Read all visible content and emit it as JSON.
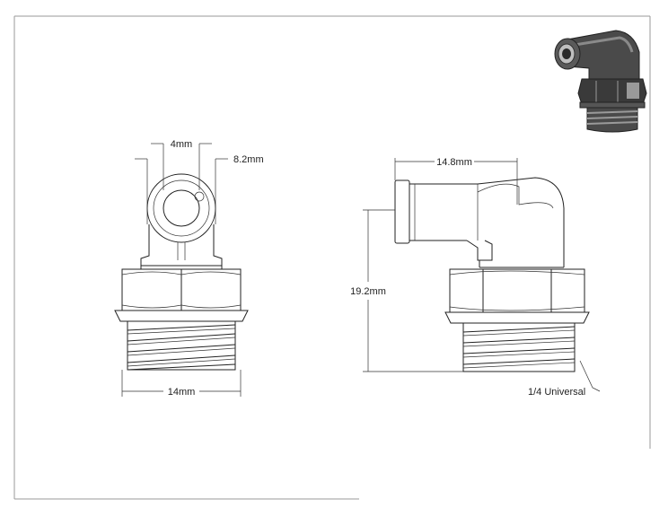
{
  "dimensions": {
    "tube_od": "4mm",
    "body_width": "8.2mm",
    "hex_width": "14mm",
    "elbow_length": "14.8mm",
    "overall_height": "19.2mm"
  },
  "thread_callout": "1/4 Universal",
  "colors": {
    "line": "#222222",
    "border": "#9a9a9a",
    "render_dark": "#3a3a3a",
    "render_light": "#bfbfbf"
  }
}
